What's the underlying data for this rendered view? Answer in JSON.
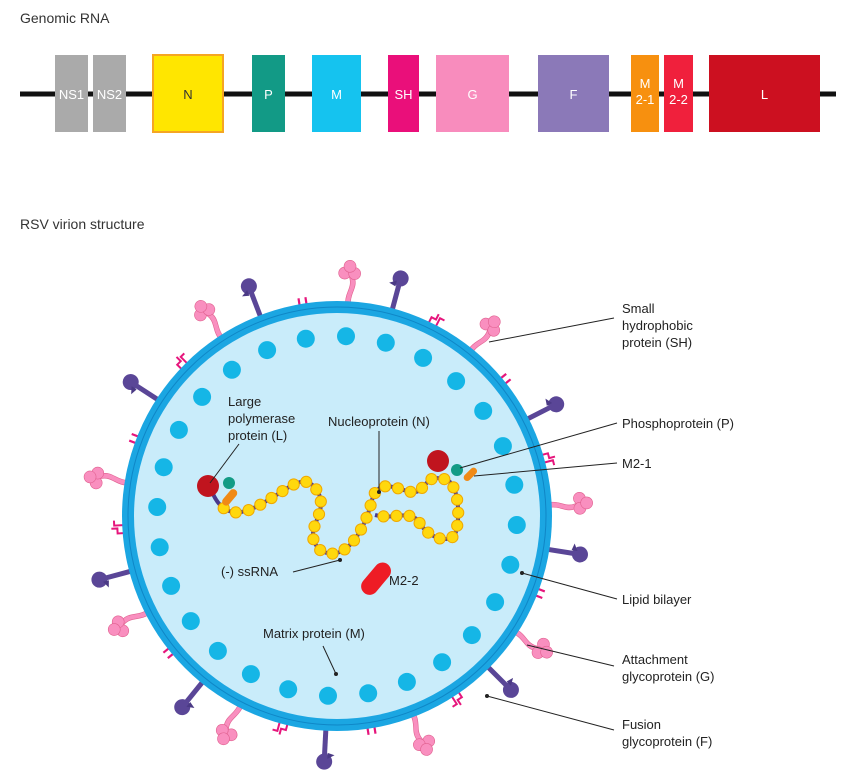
{
  "sections": {
    "genome_title": "Genomic RNA",
    "virion_title": "RSV virion structure"
  },
  "genes": [
    {
      "id": "ns1",
      "label": "NS1",
      "color": "#aaaaaa"
    },
    {
      "id": "ns2",
      "label": "NS2",
      "color": "#aaaaaa"
    },
    {
      "id": "n",
      "label": "N",
      "color": "#ffe600"
    },
    {
      "id": "p",
      "label": "P",
      "color": "#129a86"
    },
    {
      "id": "m",
      "label": "M",
      "color": "#15c3ef"
    },
    {
      "id": "sh",
      "label": "SH",
      "color": "#ea0f7a"
    },
    {
      "id": "g",
      "label": "G",
      "color": "#f88cbd"
    },
    {
      "id": "f",
      "label": "F",
      "color": "#8b79b8"
    },
    {
      "id": "m21",
      "label_line1": "M",
      "label_line2": "2-1",
      "color": "#f7900f"
    },
    {
      "id": "m22",
      "label_line1": "M",
      "label_line2": "2-2",
      "color": "#f0203c"
    },
    {
      "id": "l",
      "label": "L",
      "color": "#cc1020"
    }
  ],
  "labels": {
    "sh": [
      "Small",
      "hydrophobic",
      "protein (SH)"
    ],
    "l": [
      "Large",
      "polymerase",
      "protein (L)"
    ],
    "n": "Nucleoprotein (N)",
    "p": "Phosphoprotein (P)",
    "m21": "M2-1",
    "ssrna": "(-) ssRNA",
    "m22": "M2-2",
    "lipid": "Lipid bilayer",
    "matrix": "Matrix protein (M)",
    "g": [
      "Attachment",
      "glycoprotein (G)"
    ],
    "f": [
      "Fusion",
      "glycoprotein (F)"
    ]
  },
  "colors": {
    "membrane": "#1ba6e2",
    "interior": "#c9ecfa",
    "matrix_dot": "#15b6e6",
    "g_protein": "#f98fbf",
    "f_protein": "#5a4697",
    "sh_protein": "#e6157c",
    "nucleoprotein": "#ffd80d",
    "rna_strand": "#4a3a8c",
    "l_protein": "#c0141e",
    "p_protein": "#139b85",
    "m21_protein": "#f08a16",
    "m22_protein": "#ee1c25"
  }
}
